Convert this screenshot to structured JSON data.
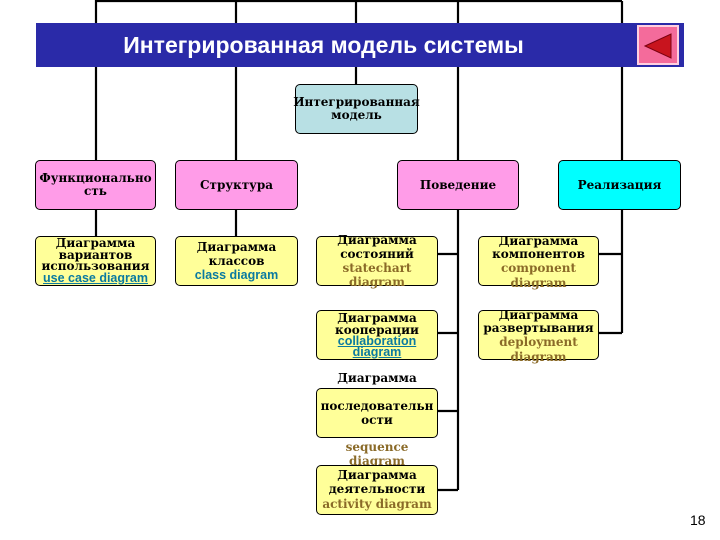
{
  "title": "Интегрированная модель системы",
  "page_number": "18",
  "colors": {
    "title_bar": "#2a2aa8",
    "root": "#b8e0e4",
    "category_pink": "#ff9ce8",
    "category_cyan": "#00ffff",
    "diagram": "#ffff99"
  },
  "root": {
    "label": "Интегрированная модель"
  },
  "categories": [
    {
      "label": "Функциональность"
    },
    {
      "label": "Структура"
    },
    {
      "label": "Поведение"
    },
    {
      "label": "Реализация"
    }
  ],
  "diagrams": {
    "use_case": {
      "ru": "Диаграмма вариантов использования",
      "en": "use case diagram"
    },
    "class": {
      "ru": "Диаграмма классов",
      "en": "class diagram"
    },
    "statechart": {
      "ru": "Диаграмма состояний",
      "en": "statechart diagram"
    },
    "collaboration": {
      "ru": "Диаграмма кооперации",
      "en": "collaboration diagram"
    },
    "sequence": {
      "ru_top": "Диаграмма",
      "ru": "последовательности",
      "en": "sequence diagram"
    },
    "activity": {
      "ru": "Диаграмма деятельности",
      "en": "activity diagram"
    },
    "component": {
      "ru": "Диаграмма компонентов",
      "en": "component diagram"
    },
    "deployment": {
      "ru": "Диаграмма развертывания",
      "en": "deployment diagram"
    }
  }
}
